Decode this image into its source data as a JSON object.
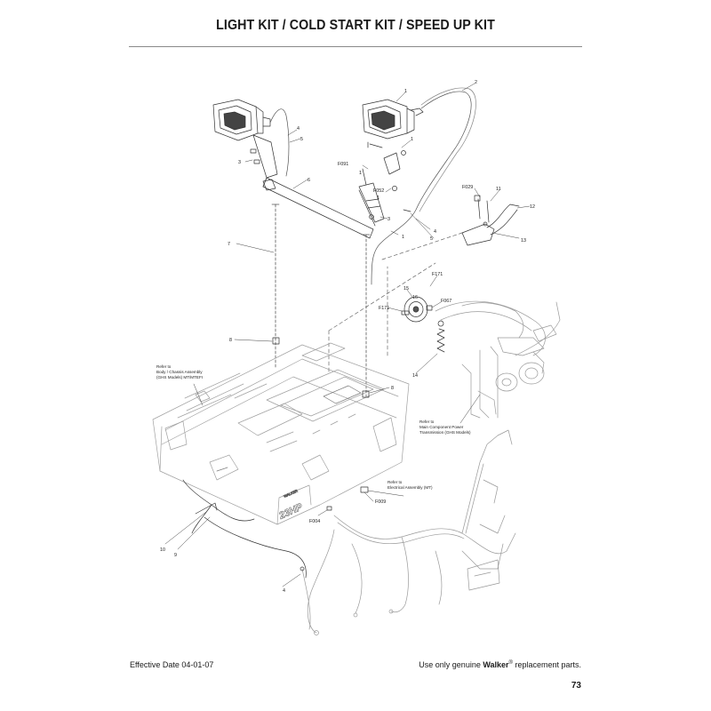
{
  "page": {
    "title": "LIGHT KIT / COLD START KIT / SPEED UP KIT",
    "footer_left": "Effective Date 04-01-07",
    "footer_right_prefix": "Use only genuine ",
    "footer_right_brand": "Walker",
    "footer_right_reg": "®",
    "footer_right_suffix": " replacement parts.",
    "page_number": "73"
  },
  "diagram": {
    "callouts": {
      "c1a": "1",
      "c1b": "1",
      "c1c": "1",
      "c1d": "1",
      "c1e": "1",
      "c2": "2",
      "c3a": "3",
      "c3b": "3",
      "c4a": "4",
      "c4b": "4",
      "c4c": "4",
      "c5a": "5",
      "c5b": "5",
      "c6": "6",
      "c7": "7",
      "c8a": "8",
      "c8b": "8",
      "c9": "9",
      "c10": "10",
      "c11": "11",
      "c12": "12",
      "c13": "13",
      "c14": "14",
      "c15": "15",
      "c16": "16",
      "f091": "F091",
      "f052": "F052",
      "f029": "F029",
      "f171a": "F171",
      "f171b": "F171",
      "f067": "F067",
      "f004": "F004",
      "f009": "F009"
    },
    "notes": {
      "body": [
        "Refer to",
        "Body / Chassis Assembly",
        "(GHS Models) MT/MTEFI"
      ],
      "power": [
        "Refer to",
        "Main Component Power",
        "Transmission (GHS Models)"
      ],
      "electrical": [
        "Refer to",
        "Electrical Assembly (MT)"
      ]
    },
    "hood_label": "23HP",
    "logo_text": "WALKER"
  }
}
